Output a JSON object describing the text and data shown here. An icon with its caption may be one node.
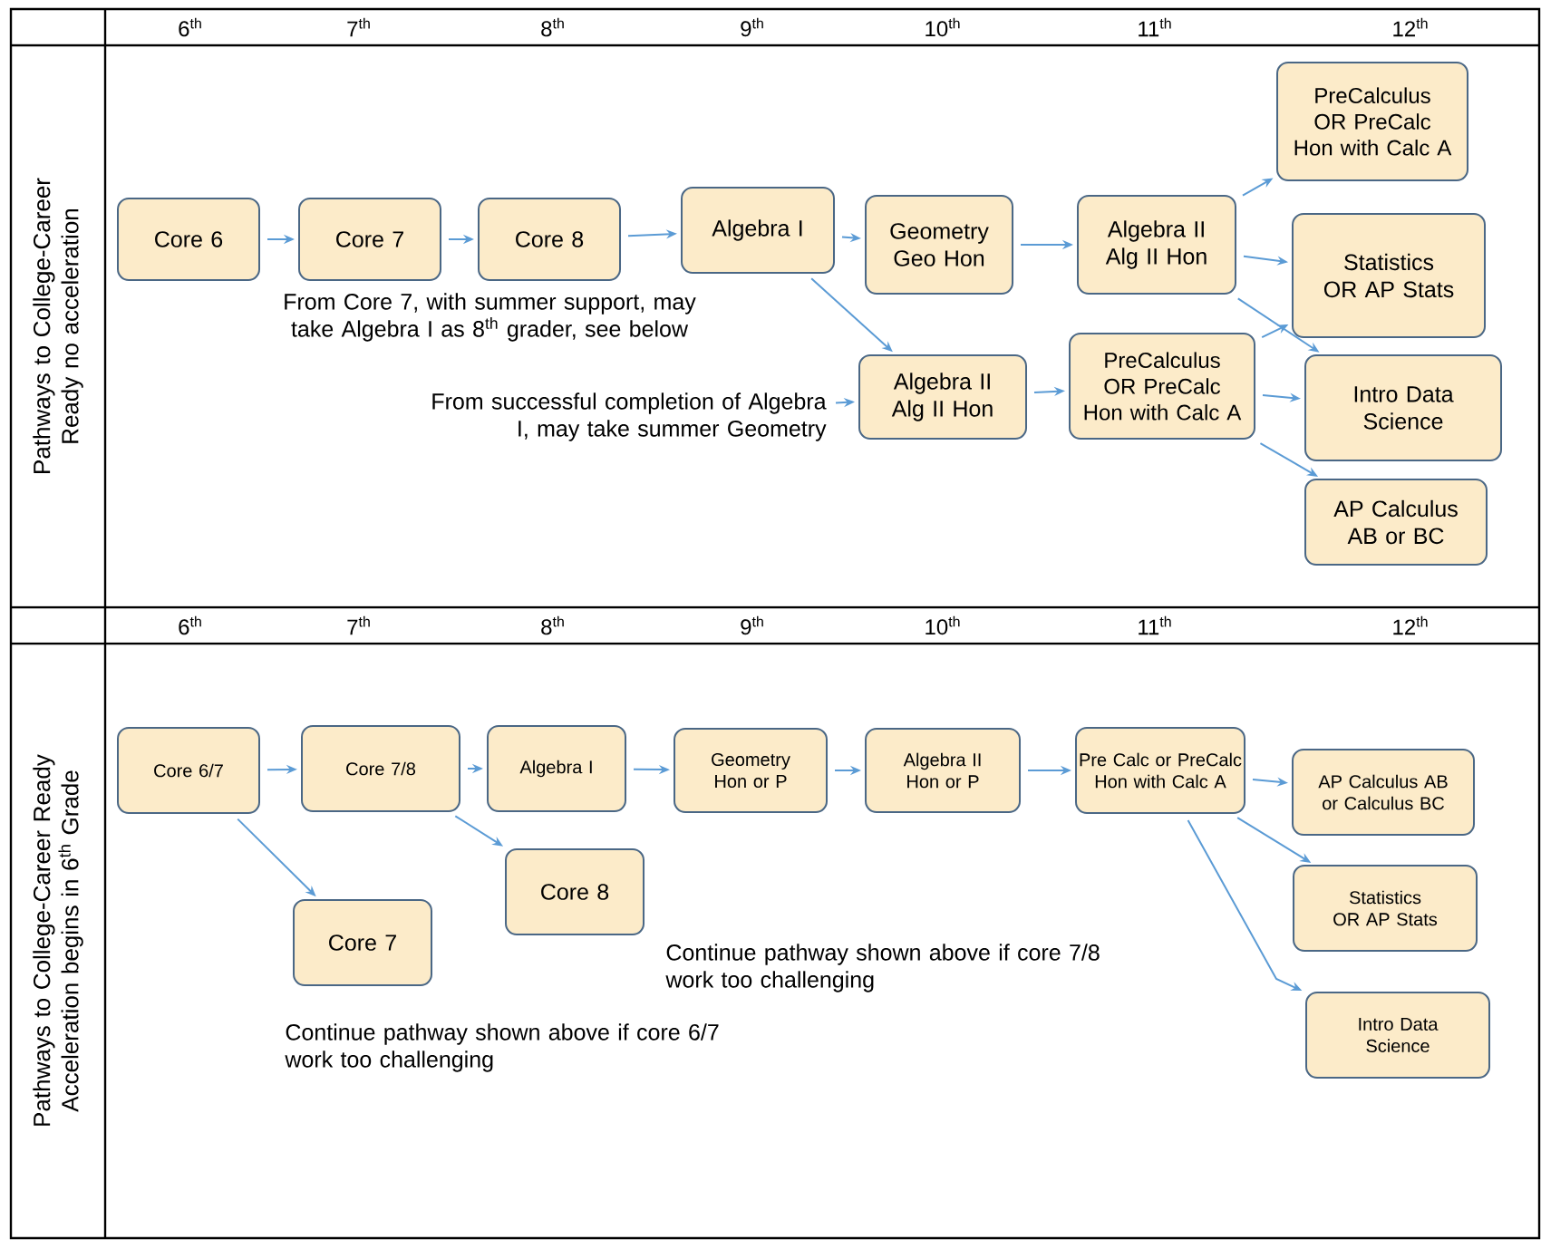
{
  "diagram": {
    "nodes": [
      {
        "text": [
          "Core 6"
        ]
      },
      {
        "text": [
          "Core 7"
        ]
      },
      {
        "text": [
          "Core 8"
        ]
      },
      {
        "text": [
          "Algebra I"
        ]
      },
      {
        "text": [
          "Geometry Geo Hon"
        ]
      },
      {
        "text": [
          "Algebra II Alg II Hon"
        ]
      },
      {
        "text": [
          "PreCalculus OR PreCalc Hon with Calc A"
        ]
      },
      {
        "text": [
          "Statistics OR AP Stats"
        ]
      },
      {
        "text": [
          "Algebra II Alg II Hon"
        ]
      },
      {
        "text": [
          "PreCalculus OR PreCalc Hon with Calc A"
        ]
      },
      {
        "text": [
          "Intro Data Science"
        ]
      },
      {
        "text": [
          "AP Calculus AB or BC"
        ]
      },
      {
        "text": [
          "From successful completion of Algebra I, may take summer Geometry"
        ]
      },
      {
        "text": [
          "Core 6/7"
        ]
      },
      {
        "text": [
          "Core 7/8"
        ]
      },
      {
        "text": [
          "Algebra I"
        ]
      },
      {
        "text": [
          "Geometry Hon or P"
        ]
      },
      {
        "text": [
          "Algebra II Hon or P"
        ]
      },
      {
        "text": [
          "Pre Calc or PreCalc Hon with Calc A"
        ]
      },
      {
        "text": [
          "AP Calculus AB or Calculus BC"
        ]
      },
      {
        "text": [
          "Statistics OR AP Stats"
        ]
      },
      {
        "text": [
          "Intro Data Science"
        ]
      },
      {
        "text": [
          "Core 7"
        ]
      },
      {
        "text": [
          "Core 8"
        ]
      }
    ],
    "edges": [
      {
        "from": 0,
        "to": 1,
        "arrow": "to"
      },
      {
        "from": 1,
        "to": 2,
        "arrow": "to"
      },
      {
        "from": 2,
        "to": 3,
        "arrow": "to"
      },
      {
        "from": 3,
        "to": 4,
        "arrow": "to"
      },
      {
        "from": 4,
        "to": 5,
        "arrow": "to"
      },
      {
        "from": 5,
        "to": 6,
        "arrow": "to"
      },
      {
        "from": 5,
        "to": 7,
        "arrow": "to"
      },
      {
        "from": 5,
        "to": 10,
        "arrow": "to"
      },
      {
        "from": 3,
        "to": 8,
        "arrow": "to"
      },
      {
        "from": 8,
        "to": 9,
        "arrow": "to"
      },
      {
        "from": 9,
        "to": 7,
        "arrow": "to"
      },
      {
        "from": 9,
        "to": 10,
        "arrow": "to"
      },
      {
        "from": 9,
        "to": 11,
        "arrow": "to"
      },
      {
        "from": 12,
        "to": 8,
        "arrow": "to"
      },
      {
        "from": 13,
        "to": 14,
        "arrow": "to"
      },
      {
        "from": 14,
        "to": 15,
        "arrow": "to"
      },
      {
        "from": 15,
        "to": 16,
        "arrow": "to"
      },
      {
        "from": 16,
        "to": 17,
        "arrow": "to"
      },
      {
        "from": 17,
        "to": 18,
        "arrow": "to"
      },
      {
        "from": 18,
        "to": 19,
        "arrow": "to"
      },
      {
        "from": 18,
        "to": 20,
        "arrow": "to"
      },
      {
        "from": 18,
        "to": 21,
        "arrow": "to"
      },
      {
        "from": 13,
        "to": 22,
        "arrow": "to"
      },
      {
        "from": 14,
        "to": 23,
        "arrow": "to"
      }
    ],
    "labels": [
      "6$^{th}$",
      "7$^{th}$",
      "8$^{th}$",
      "9$^{th}$",
      "10$^{th}$",
      "11$^{th}$",
      "12$^{th}$",
      "Pathways to College-Career Ready no  acceleration",
      "From Core 7, with summer support, may take Algebra I as 8$^{th}$ grader, see below",
      "6$^{th}$",
      "7$^{th}$",
      "8$^{th}$",
      "9$^{th}$",
      "10$^{th}$",
      "11$^{th}$",
      "12$^{th}$",
      "Pathways to College-Career Ready Acceleration begins in 6$^{th}$ Grade",
      "Continue pathway shown above if core 7/8 work too challenging",
      "Continue pathway shown above if core 6/7 work too challenging"
    ]
  }
}
